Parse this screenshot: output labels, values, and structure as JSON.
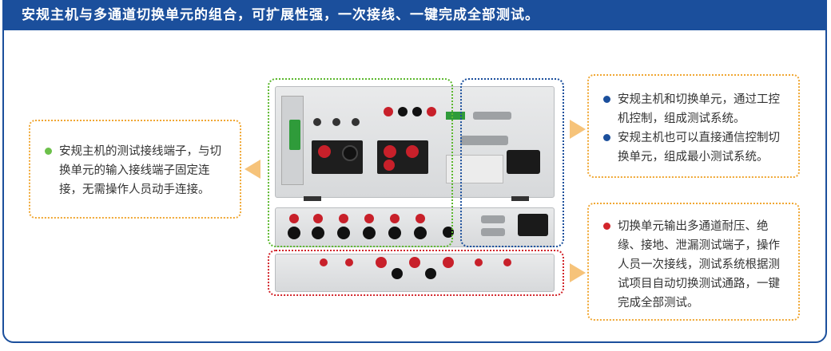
{
  "banner": {
    "title": "安规主机与多通道切换单元的组合，可扩展性强，一次接线、一键完成全部测试。"
  },
  "notes": {
    "left": {
      "bullet_color": "#6cc04a",
      "text": "安规主机的测试接线端子，与切换单元的输入接线端子固定连接，无需操作人员动手连接。"
    },
    "right_top": {
      "bullet_color": "#1b4f9c",
      "items": [
        "安规主机和切换单元，通过工控机控制，组成测试系统。",
        "安规主机也可以直接通信控制切换单元，组成最小测试系统。"
      ]
    },
    "right_bottom": {
      "bullet_color": "#d2252b",
      "text": "切换单元输出多通道耐压、绝缘、接地、泄漏测试端子，操作人员一次接线，测试系统根据测试项目自动切换测试通路，一键完成全部测试。"
    }
  },
  "colors": {
    "brand_blue": "#1b4f9c",
    "note_border": "#f0a733",
    "green_select": "#5cb82e",
    "blue_select": "#1b4f9c",
    "red_select": "#d2252b"
  }
}
